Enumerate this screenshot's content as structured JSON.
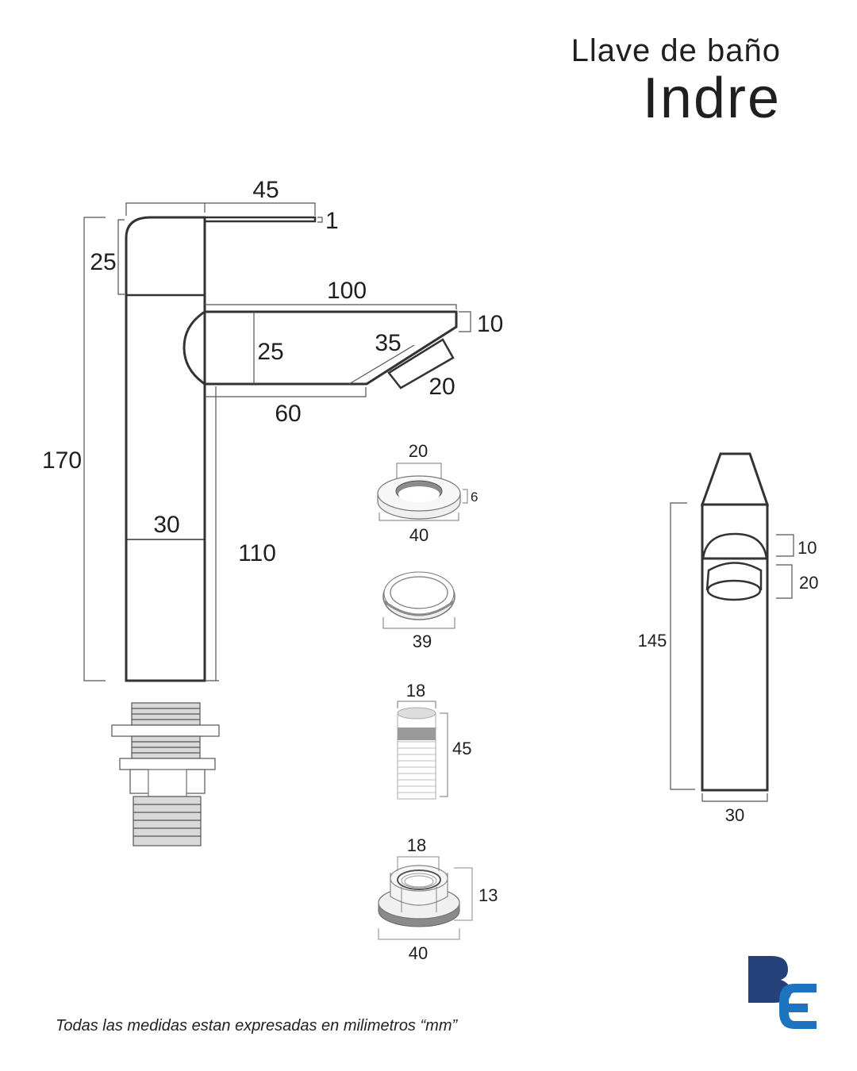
{
  "header": {
    "subtitle": "Llave de baño",
    "title": "Indre"
  },
  "dimensions": {
    "side": {
      "lever_width": "45",
      "lever_thickness": "1",
      "lever_height": "25",
      "spout_length": "100",
      "spout_tip": "10",
      "spout_height": "25",
      "spout_slope": "35",
      "aerator": "20",
      "spout_bottom": "60",
      "body_width": "30",
      "total_height": "170",
      "body_height": "110"
    },
    "washer": {
      "inner": "20",
      "thickness": "6",
      "outer": "40"
    },
    "ring": {
      "diameter": "39"
    },
    "threaded_rod": {
      "diameter": "18",
      "length": "45"
    },
    "nut": {
      "inner": "18",
      "height": "13",
      "outer": "40"
    },
    "front": {
      "top": "10",
      "aerator": "20",
      "height": "145",
      "width": "30"
    }
  },
  "footnote": "Todas las medidas estan expresadas en milimetros “mm”",
  "logo": {
    "text": "BE",
    "colors": {
      "b": "#26417a",
      "e": "#1e73be"
    }
  }
}
